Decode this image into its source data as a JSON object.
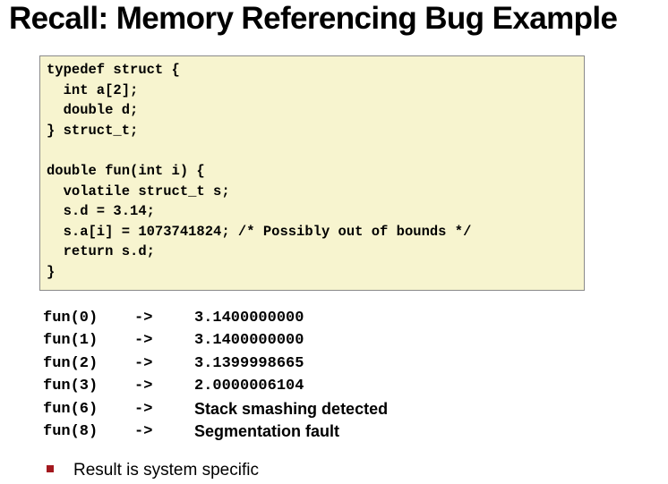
{
  "title": "Recall: Memory Referencing Bug Example",
  "code": {
    "lines": [
      "typedef struct {",
      "  int a[2];",
      "  double d;",
      "} struct_t;",
      "",
      "double fun(int i) {",
      "  volatile struct_t s;",
      "  s.d = 3.14;",
      "  s.a[i] = 1073741824; /* Possibly out of bounds */",
      "  return s.d;",
      "}"
    ]
  },
  "results": [
    {
      "call": "fun(0)",
      "arrow": "->",
      "value": "3.1400000000"
    },
    {
      "call": "fun(1)",
      "arrow": "->",
      "value": "3.1400000000"
    },
    {
      "call": "fun(2)",
      "arrow": "->",
      "value": "3.1399998665"
    },
    {
      "call": "fun(3)",
      "arrow": "->",
      "value": "2.0000006104"
    },
    {
      "call": "fun(6)",
      "arrow": "->",
      "value": "Stack smashing detected"
    },
    {
      "call": "fun(8)",
      "arrow": "->",
      "value": "Segmentation fault"
    }
  ],
  "bullet": {
    "text": "Result is system specific",
    "marker_color": "#a3181e"
  },
  "colors": {
    "code_background": "#f7f4cf",
    "code_border": "#8a8a8a"
  }
}
